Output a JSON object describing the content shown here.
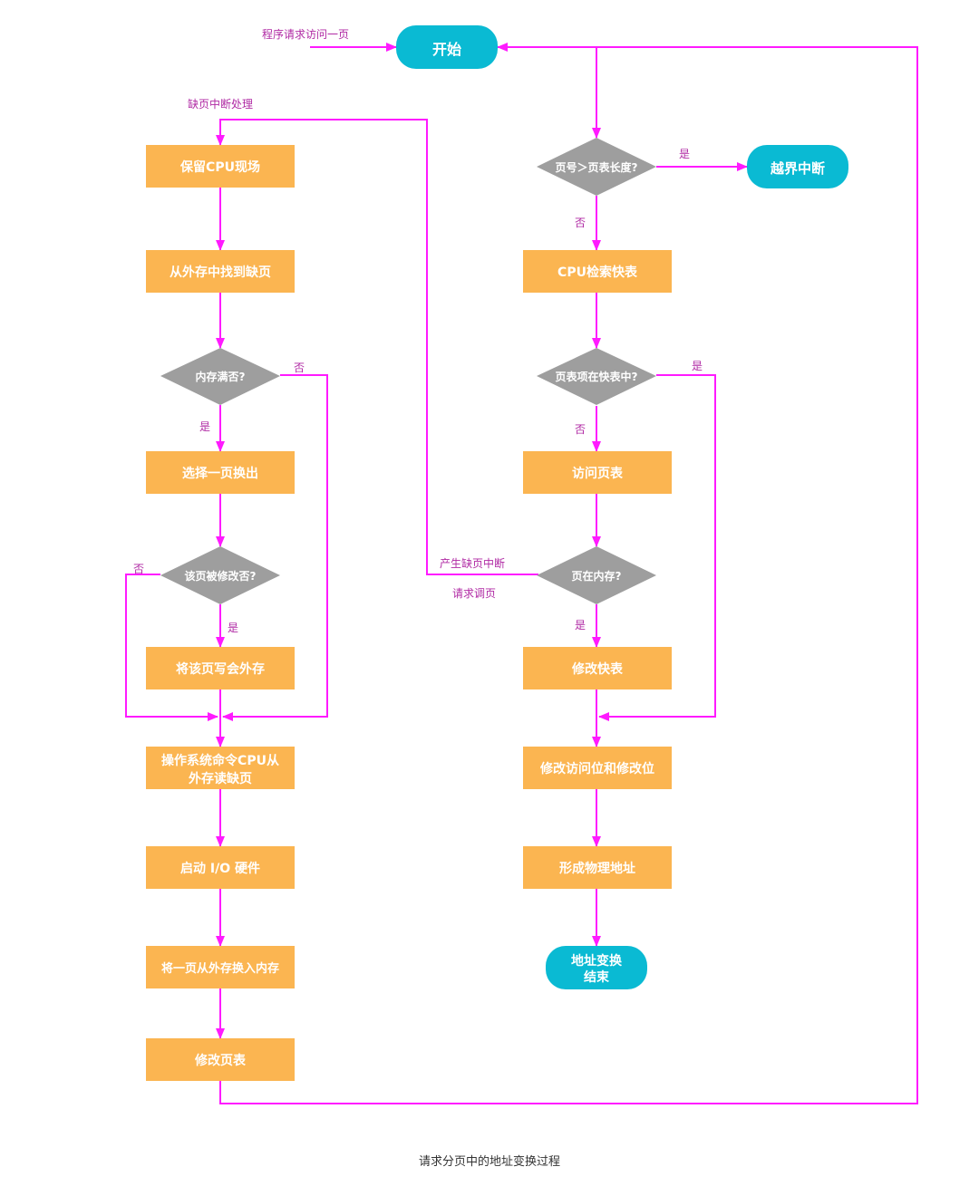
{
  "colors": {
    "process": "#fbb551",
    "terminal": "#0abad3",
    "decision": "#9e9e9e",
    "arrow": "#ff1aff",
    "label": "#b02aa4",
    "text": "#ffffff"
  },
  "nodes": {
    "start": "开始",
    "save_cpu": "保留CPU现场",
    "find_page": "从外存中找到缺页",
    "mem_full": "内存满否?",
    "select_out": "选择一页换出",
    "modified": "该页被修改否?",
    "write_back": "将该页写会外存",
    "os_cmd_1": "操作系统命令CPU从",
    "os_cmd_2": "外存读缺页",
    "start_io": "启动 I/O 硬件",
    "swap_in": "将一页从外存换入内存",
    "update_pt_left": "修改页表",
    "page_len": "页号＞页表长度?",
    "out_bounds": "越界中断",
    "cpu_tlb": "CPU检索快表",
    "in_tlb": "页表项在快表中?",
    "access_pt": "访问页表",
    "in_mem": "页在内存?",
    "update_tlb": "修改快表",
    "update_bits": "修改访问位和修改位",
    "phys_addr": "形成物理地址",
    "end_1": "地址变换",
    "end_2": "结束"
  },
  "labels": {
    "request": "程序请求访问一页",
    "fault_handling": "缺页中断处理",
    "yes": "是",
    "no": "否",
    "fault_gen": "产生缺页中断",
    "request_page": "请求调页"
  },
  "caption": "请求分页中的地址变换过程"
}
